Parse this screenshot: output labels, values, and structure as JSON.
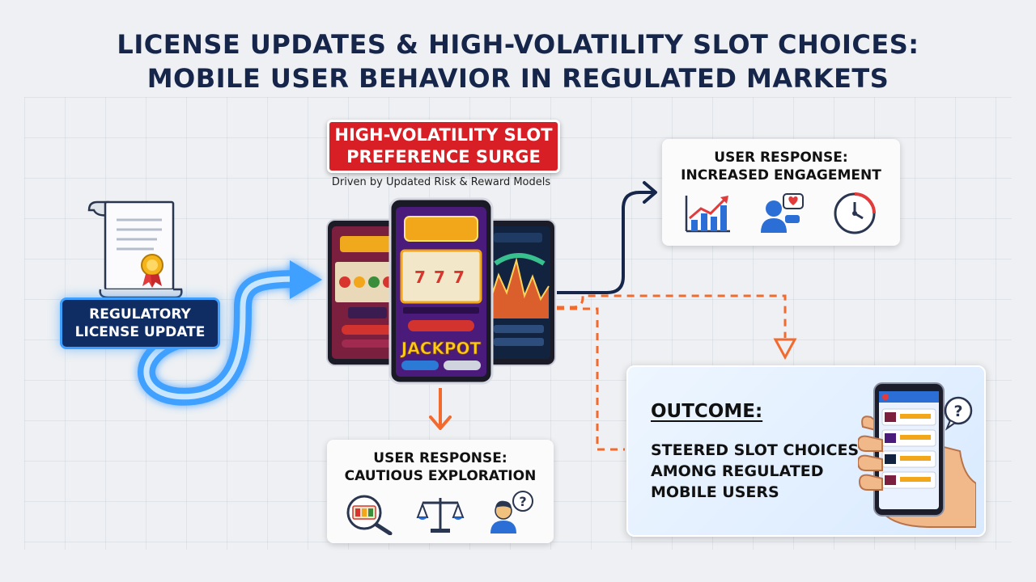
{
  "title": {
    "line1": "LICENSE UPDATES & HIGH-VOLATILITY SLOT CHOICES:",
    "line2": "MOBILE USER BEHAVIOR IN REGULATED MARKETS"
  },
  "regulatory": {
    "label_line1": "REGULATORY",
    "label_line2": "LICENSE UPDATE"
  },
  "surge": {
    "banner_line1": "HIGH-VOLATILITY SLOT",
    "banner_line2": "PREFERENCE SURGE",
    "subtitle": "Driven by Updated Risk & Reward Models"
  },
  "phones": {
    "jackpot_label": "JACKPOT"
  },
  "engagement": {
    "title_line1": "USER RESPONSE:",
    "title_line2": "INCREASED ENGAGEMENT",
    "icons": [
      "trend-chart-icon",
      "user-like-icon",
      "clock-icon"
    ]
  },
  "exploration": {
    "title_line1": "USER RESPONSE:",
    "title_line2": "CAUTIOUS EXPLORATION",
    "icons": [
      "slot-magnifier-icon",
      "balance-scale-icon",
      "user-question-icon"
    ]
  },
  "outcome": {
    "title": "OUTCOME:",
    "desc_line1": "STEERED SLOT CHOICES",
    "desc_line2": "AMONG REGULATED",
    "desc_line3": "MOBILE USERS"
  },
  "colors": {
    "title": "#16254a",
    "regulatory_bg": "#0f2c63",
    "glow_blue": "#3fa0ff",
    "banner_red": "#d71f25",
    "solid_arrow": "#16254a",
    "dashed_arrow": "#f26a2e"
  }
}
